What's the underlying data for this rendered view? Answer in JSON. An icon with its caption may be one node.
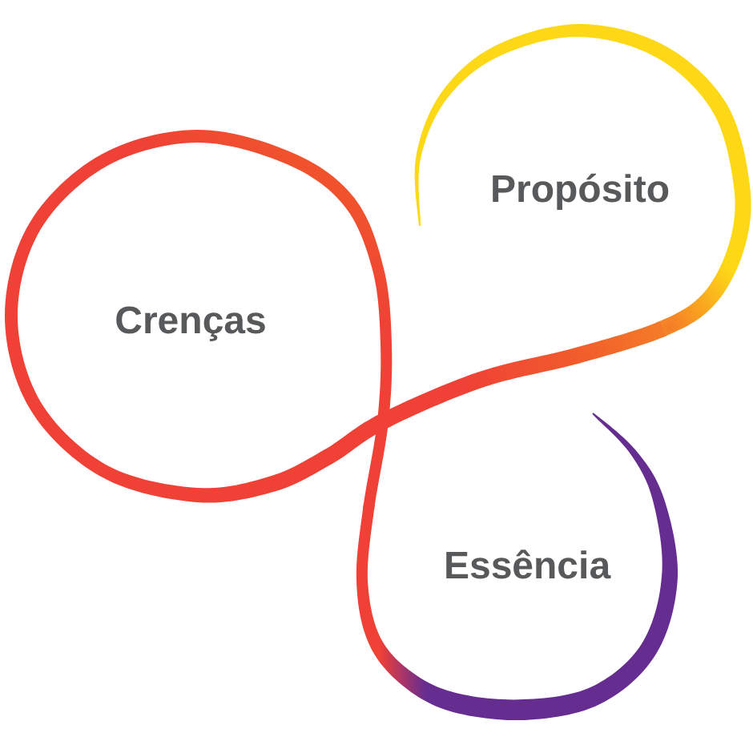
{
  "diagram": {
    "nodes": [
      {
        "text": [
          "Propósito"
        ]
      },
      {
        "text": [
          "Crenças"
        ]
      },
      {
        "text": [
          "Essência"
        ]
      }
    ],
    "edges": [
      {
        "from": 0,
        "to": 1,
        "arrow": "none"
      },
      {
        "from": 1,
        "to": 2,
        "arrow": "none"
      }
    ]
  }
}
